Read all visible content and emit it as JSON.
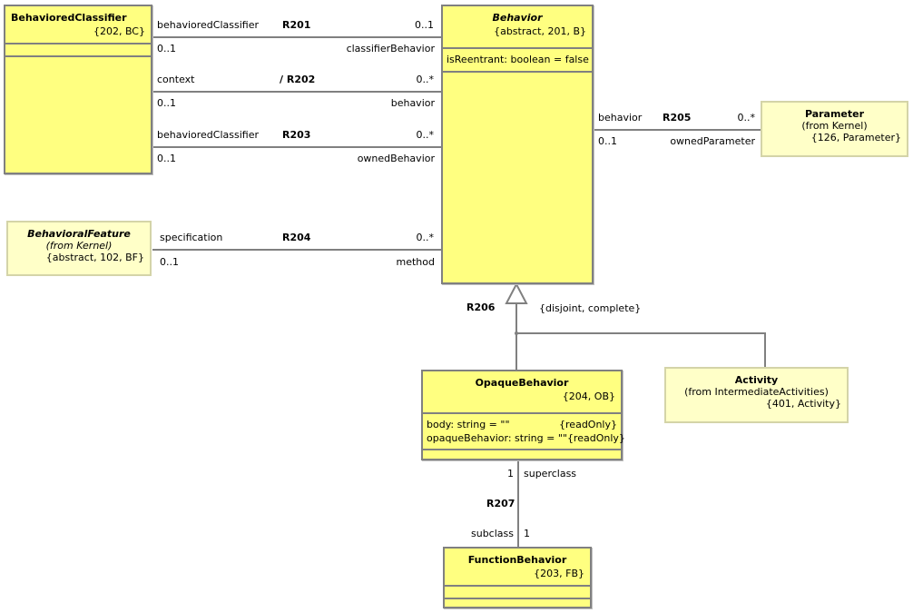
{
  "classes": {
    "behaviored_classifier": {
      "name": "BehavioredClassifier",
      "tag": "{202, BC}"
    },
    "behavior": {
      "name": "Behavior",
      "tag": "{abstract, 201, B}",
      "attr": "isReentrant: boolean = false"
    },
    "behavioral_feature": {
      "name": "BehavioralFeature",
      "from": "(from Kernel)",
      "tag": "{abstract, 102, BF}"
    },
    "parameter": {
      "name": "Parameter",
      "from": "(from Kernel)",
      "tag": "{126, Parameter}"
    },
    "opaque_behavior": {
      "name": "OpaqueBehavior",
      "tag": "{204, OB}",
      "attrs": [
        {
          "text": "body: string = \"\"",
          "mod": "{readOnly}"
        },
        {
          "text": "opaqueBehavior: string = \"\"",
          "mod": "{readOnly}"
        }
      ]
    },
    "activity": {
      "name": "Activity",
      "from": "(from IntermediateActivities)",
      "tag": "{401, Activity}"
    },
    "function_behavior": {
      "name": "FunctionBehavior",
      "tag": "{203, FB}"
    }
  },
  "relations": {
    "r201": {
      "id": "R201",
      "src_role": "behavioredClassifier",
      "src_mult": "0..1",
      "dst_role": "classifierBehavior",
      "dst_mult": "0..1"
    },
    "r202": {
      "id": "/ R202",
      "src_role": "context",
      "src_mult": "0..1",
      "dst_role": "behavior",
      "dst_mult": "0..*"
    },
    "r203": {
      "id": "R203",
      "src_role": "behavioredClassifier",
      "src_mult": "0..1",
      "dst_role": "ownedBehavior",
      "dst_mult": "0..*"
    },
    "r204": {
      "id": "R204",
      "src_role": "specification",
      "src_mult": "0..1",
      "dst_role": "method",
      "dst_mult": "0..*"
    },
    "r205": {
      "id": "R205",
      "src_role": "behavior",
      "src_mult": "0..1",
      "dst_role": "ownedParameter",
      "dst_mult": "0..*"
    },
    "r206": {
      "id": "R206",
      "constraint": "{disjoint, complete}"
    },
    "r207": {
      "id": "R207",
      "top_mult": "1",
      "top_role": "superclass",
      "bottom_role": "subclass",
      "bottom_mult": "1"
    }
  }
}
